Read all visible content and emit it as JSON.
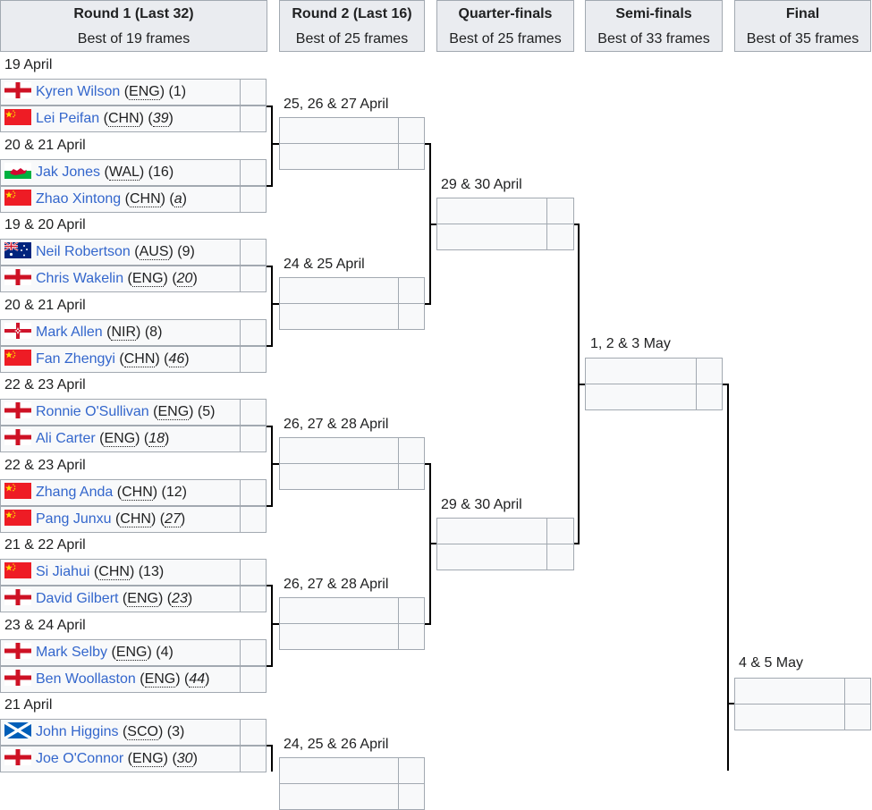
{
  "headers": [
    {
      "title": "Round 1 (Last 32)",
      "sub": "Best of 19 frames"
    },
    {
      "title": "Round 2 (Last 16)",
      "sub": "Best of 25 frames"
    },
    {
      "title": "Quarter-finals",
      "sub": "Best of 25 frames"
    },
    {
      "title": "Semi-finals",
      "sub": "Best of 33 frames"
    },
    {
      "title": "Final",
      "sub": "Best of 35 frames"
    }
  ],
  "r1_dates": [
    "19 April",
    "20 & 21 April",
    "19 & 20 April",
    "20 & 21 April",
    "22 & 23 April",
    "22 & 23 April",
    "21 & 22 April",
    "23 & 24 April",
    "21 April"
  ],
  "r1_players": [
    {
      "flag": "england-flag-icon",
      "name": "Kyren Wilson",
      "country": "ENG",
      "seed": "1",
      "seed_italic": false
    },
    {
      "flag": "china-flag-icon",
      "name": "Lei Peifan",
      "country": "CHN",
      "seed": "39",
      "seed_italic": true
    },
    {
      "flag": "wales-flag-icon",
      "name": "Jak Jones",
      "country": "WAL",
      "seed": "16",
      "seed_italic": false
    },
    {
      "flag": "china-flag-icon",
      "name": "Zhao Xintong",
      "country": "CHN",
      "seed": "a",
      "seed_italic": true
    },
    {
      "flag": "australia-flag-icon",
      "name": "Neil Robertson",
      "country": "AUS",
      "seed": "9",
      "seed_italic": false
    },
    {
      "flag": "england-flag-icon",
      "name": "Chris Wakelin",
      "country": "ENG",
      "seed": "20",
      "seed_italic": true
    },
    {
      "flag": "northern-ireland-flag-icon",
      "name": "Mark Allen",
      "country": "NIR",
      "seed": "8",
      "seed_italic": false
    },
    {
      "flag": "china-flag-icon",
      "name": "Fan Zhengyi",
      "country": "CHN",
      "seed": "46",
      "seed_italic": true
    },
    {
      "flag": "england-flag-icon",
      "name": "Ronnie O'Sullivan",
      "country": "ENG",
      "seed": "5",
      "seed_italic": false
    },
    {
      "flag": "england-flag-icon",
      "name": "Ali Carter",
      "country": "ENG",
      "seed": "18",
      "seed_italic": true
    },
    {
      "flag": "china-flag-icon",
      "name": "Zhang Anda",
      "country": "CHN",
      "seed": "12",
      "seed_italic": false
    },
    {
      "flag": "china-flag-icon",
      "name": "Pang Junxu",
      "country": "CHN",
      "seed": "27",
      "seed_italic": true
    },
    {
      "flag": "china-flag-icon",
      "name": "Si Jiahui",
      "country": "CHN",
      "seed": "13",
      "seed_italic": false
    },
    {
      "flag": "england-flag-icon",
      "name": "David Gilbert",
      "country": "ENG",
      "seed": "23",
      "seed_italic": true
    },
    {
      "flag": "england-flag-icon",
      "name": "Mark Selby",
      "country": "ENG",
      "seed": "4",
      "seed_italic": false
    },
    {
      "flag": "england-flag-icon",
      "name": "Ben Woollaston",
      "country": "ENG",
      "seed": "44",
      "seed_italic": true
    },
    {
      "flag": "scotland-flag-icon",
      "name": "John Higgins",
      "country": "SCO",
      "seed": "3",
      "seed_italic": false
    },
    {
      "flag": "england-flag-icon",
      "name": "Joe O'Connor",
      "country": "ENG",
      "seed": "30",
      "seed_italic": true
    }
  ],
  "r2_dates": [
    "25, 26 & 27 April",
    "24 & 25 April",
    "26, 27 & 28 April",
    "26, 27 & 28 April",
    "24, 25 & 26 April"
  ],
  "qf_dates": [
    "29 & 30 April",
    "29 & 30 April"
  ],
  "sf_dates": [
    "1, 2 & 3 May"
  ],
  "final_dates": [
    "4 & 5 May"
  ]
}
